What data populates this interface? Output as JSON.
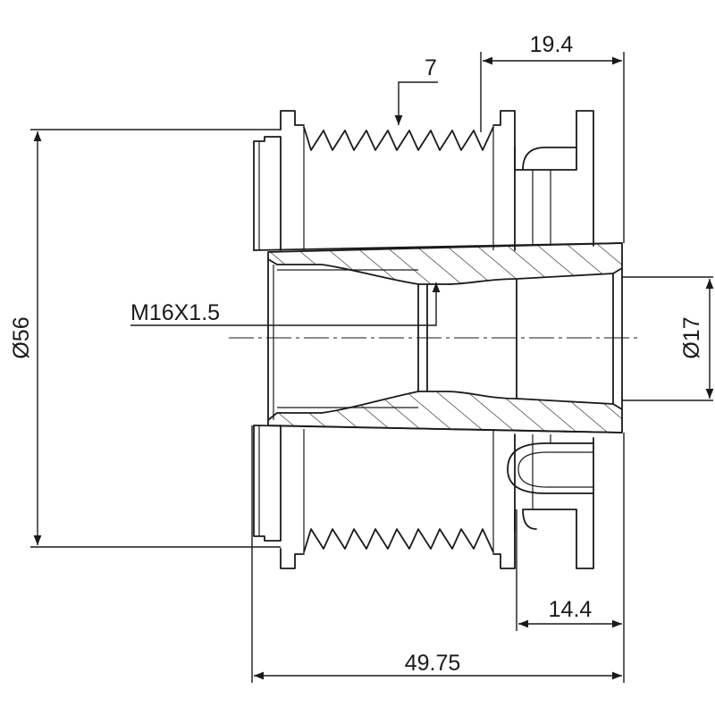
{
  "diagram": {
    "dimensions": {
      "groove_pitch": "7",
      "clutch_length": "19.4",
      "outer_diameter": "Ø56",
      "thread": "M16X1.5",
      "bore_diameter": "Ø17",
      "hub_length": "14.4",
      "overall_length": "49.75"
    },
    "colors": {
      "line": "#1a1a1a",
      "background": "#ffffff"
    }
  }
}
